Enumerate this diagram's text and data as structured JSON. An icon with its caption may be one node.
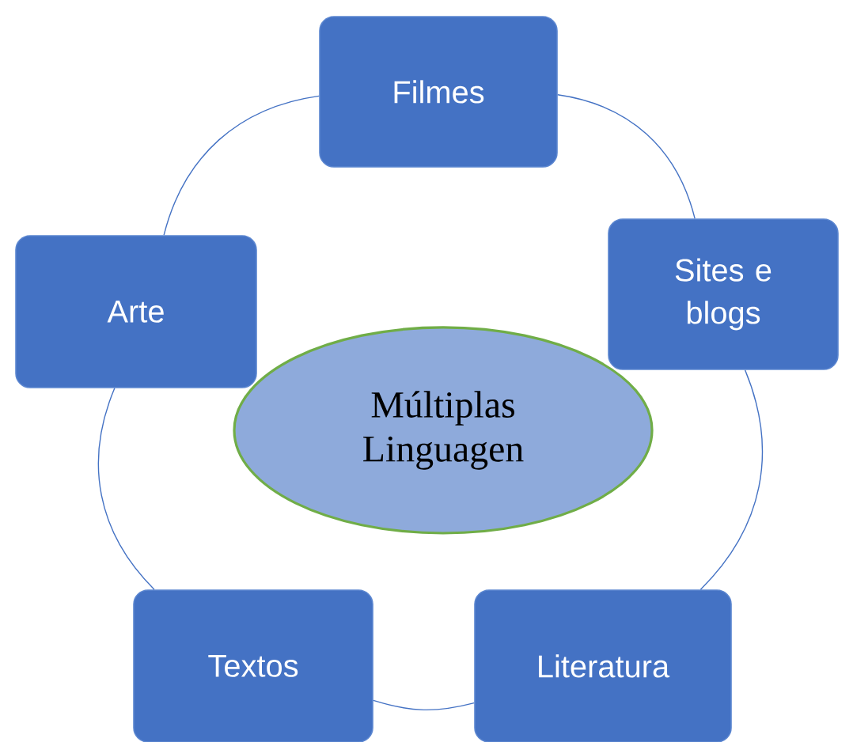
{
  "diagram": {
    "nodes": [
      {
        "text": [
          "Filmes"
        ]
      },
      {
        "text": [
          "Arte"
        ]
      },
      {
        "text": [
          "Sites e blogs"
        ]
      },
      {
        "text": [
          "Múltiplas Linguagen"
        ]
      },
      {
        "text": [
          "Textos"
        ]
      },
      {
        "text": [
          "Literatura"
        ]
      }
    ],
    "edges": [
      {
        "from": 0,
        "to": 2,
        "arrow": "none"
      },
      {
        "from": 2,
        "to": 5,
        "arrow": "none"
      },
      {
        "from": 5,
        "to": 4,
        "arrow": "none"
      },
      {
        "from": 4,
        "to": 1,
        "arrow": "none"
      },
      {
        "from": 1,
        "to": 0,
        "arrow": "none"
      }
    ]
  }
}
